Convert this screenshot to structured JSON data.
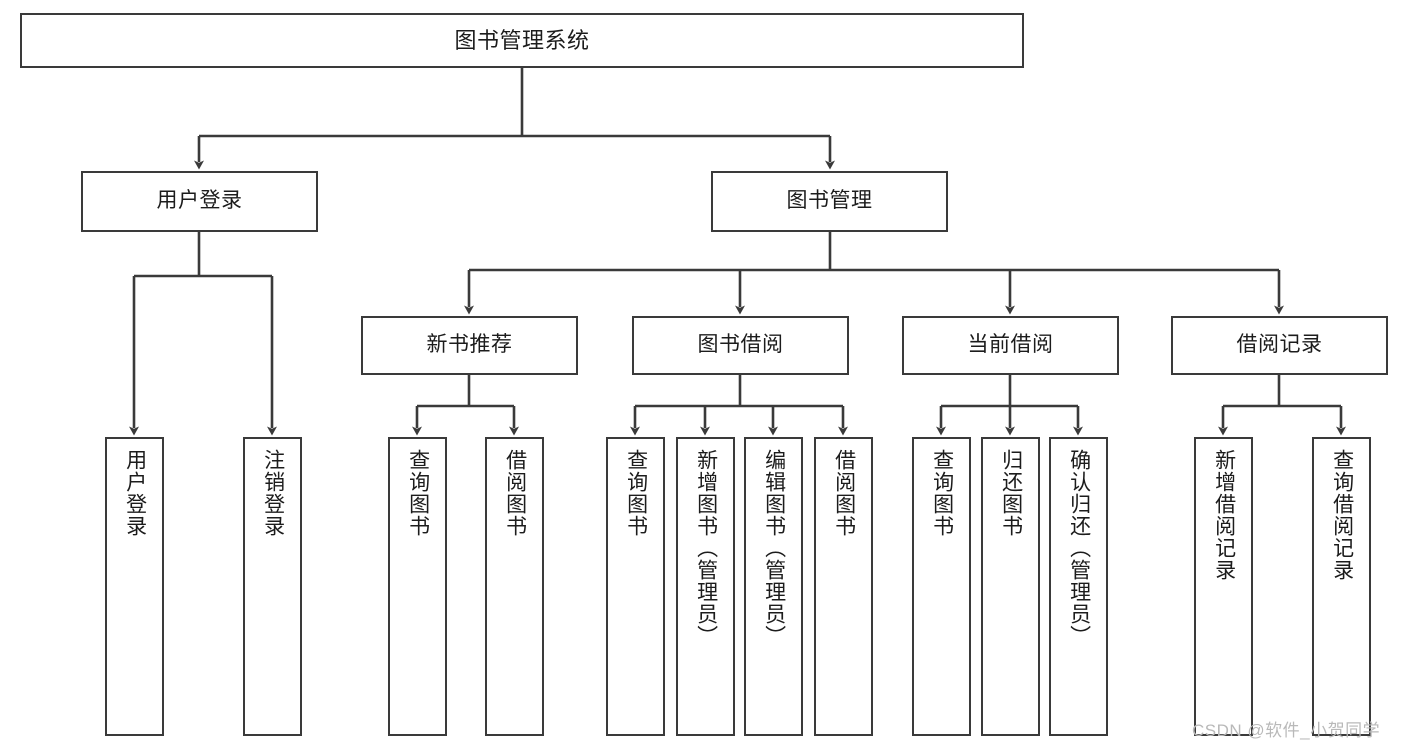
{
  "diagram": {
    "title": "图书管理系统",
    "type": "tree-hierarchy",
    "watermark": "CSDN @软件_小贺同学",
    "colors": {
      "box_border": "#3a3a3a",
      "box_fill": "#ffffff",
      "edge": "#3a3a3a",
      "text": "#1c1c1c",
      "watermark": "#b9b9b9",
      "background": "#ffffff"
    },
    "root": {
      "id": "root",
      "label": "图书管理系统"
    },
    "level2": [
      {
        "id": "user-login",
        "label": "用户登录"
      },
      {
        "id": "book-management",
        "label": "图书管理"
      }
    ],
    "level3": [
      {
        "id": "new-book-recommend",
        "label": "新书推荐",
        "parent": "book-management"
      },
      {
        "id": "book-borrow",
        "label": "图书借阅",
        "parent": "book-management"
      },
      {
        "id": "current-borrow",
        "label": "当前借阅",
        "parent": "book-management"
      },
      {
        "id": "borrow-record",
        "label": "借阅记录",
        "parent": "book-management"
      }
    ],
    "leaves": {
      "user-login": [
        {
          "id": "leaf-user-login",
          "label": "用户登录"
        },
        {
          "id": "leaf-logout",
          "label": "注销登录"
        }
      ],
      "new-book-recommend": [
        {
          "id": "leaf-query-book-1",
          "label": "查询图书"
        },
        {
          "id": "leaf-borrow-book-1",
          "label": "借阅图书"
        }
      ],
      "book-borrow": [
        {
          "id": "leaf-query-book-2",
          "label": "查询图书"
        },
        {
          "id": "leaf-add-book",
          "label": "新增图书（管理员）"
        },
        {
          "id": "leaf-edit-book",
          "label": "编辑图书（管理员）"
        },
        {
          "id": "leaf-borrow-book-2",
          "label": "借阅图书"
        }
      ],
      "current-borrow": [
        {
          "id": "leaf-query-book-3",
          "label": "查询图书"
        },
        {
          "id": "leaf-return-book",
          "label": "归还图书"
        },
        {
          "id": "leaf-confirm-return",
          "label": "确认归还（管理员）"
        }
      ],
      "borrow-record": [
        {
          "id": "leaf-add-record",
          "label": "新增借阅记录"
        },
        {
          "id": "leaf-query-record",
          "label": "查询借阅记录"
        }
      ]
    }
  }
}
